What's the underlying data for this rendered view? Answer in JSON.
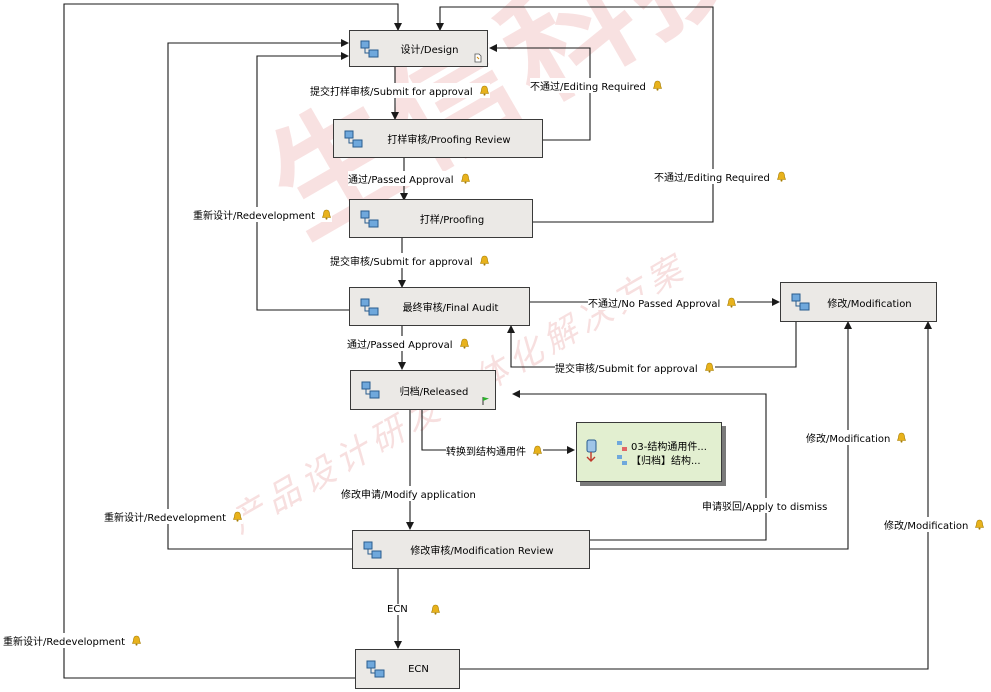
{
  "nodes": {
    "design": "设计/Design",
    "proofing_review": "打样审核/Proofing Review",
    "proofing": "打样/Proofing",
    "final_audit": "最终审核/Final Audit",
    "modification": "修改/Modification",
    "released": "归档/Released",
    "modification_review": "修改审核/Modification Review",
    "ecn": "ECN"
  },
  "subprocess": {
    "line1": "03-结构通用件...",
    "line2": "【归档】结构..."
  },
  "edges": {
    "submit_for_approval_1": "提交打样审核/Submit for approval",
    "editing_required_1": "不通过/Editing Required",
    "passed_approval_1": "通过/Passed Approval",
    "editing_required_2": "不通过/Editing Required",
    "redevelopment_1": "重新设计/Redevelopment",
    "submit_for_approval_2": "提交审核/Submit for approval",
    "no_passed_approval": "不通过/No Passed Approval",
    "passed_approval_2": "通过/Passed Approval",
    "submit_for_approval_3": "提交审核/Submit for approval",
    "convert_general": "转换到结构通用件",
    "modification_1": "修改/Modification",
    "modify_application": "修改申请/Modify application",
    "apply_to_dismiss": "申请驳回/Apply to dismiss",
    "redevelopment_2": "重新设计/Redevelopment",
    "modification_2": "修改/Modification",
    "ecn": "ECN",
    "redevelopment_3": "重新设计/Redevelopment"
  },
  "watermark": {
    "big": "生信科技",
    "small": "产品设计研发一体化解决方案"
  },
  "colors": {
    "node_fill": "#ebe9e6",
    "subprocess_fill": "#e2efd0",
    "line": "#1a1a1a",
    "warning": "#e8b21c",
    "watermark": "#f3caca"
  }
}
